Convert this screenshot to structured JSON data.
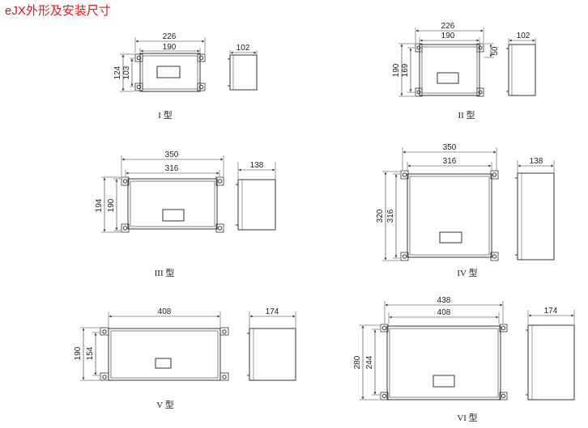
{
  "title": "eJX外形及安装尺寸",
  "models": [
    {
      "label": "I 型",
      "outer_w": "226",
      "inner_w": "190",
      "outer_h": "124",
      "inner_h": "103",
      "depth": "102"
    },
    {
      "label": "II 型",
      "outer_w": "226",
      "inner_w": "190",
      "outer_h": "190",
      "inner_h": "169",
      "depth": "102",
      "bracket_h": "50"
    },
    {
      "label": "III 型",
      "outer_w": "350",
      "inner_w": "316",
      "outer_h": "194",
      "inner_h": "190",
      "depth": "138"
    },
    {
      "label": "IV 型",
      "outer_w": "350",
      "inner_w": "316",
      "outer_h": "320",
      "inner_h": "316",
      "depth": "138"
    },
    {
      "label": "V 型",
      "outer_w": "408",
      "outer_h": "190",
      "inner_h": "154",
      "depth": "174"
    },
    {
      "label": "VI 型",
      "outer_w": "438",
      "inner_w": "408",
      "outer_h": "280",
      "inner_h": "244",
      "depth": "174"
    }
  ],
  "colors": {
    "title": "#e0181b",
    "line": "#333333"
  }
}
